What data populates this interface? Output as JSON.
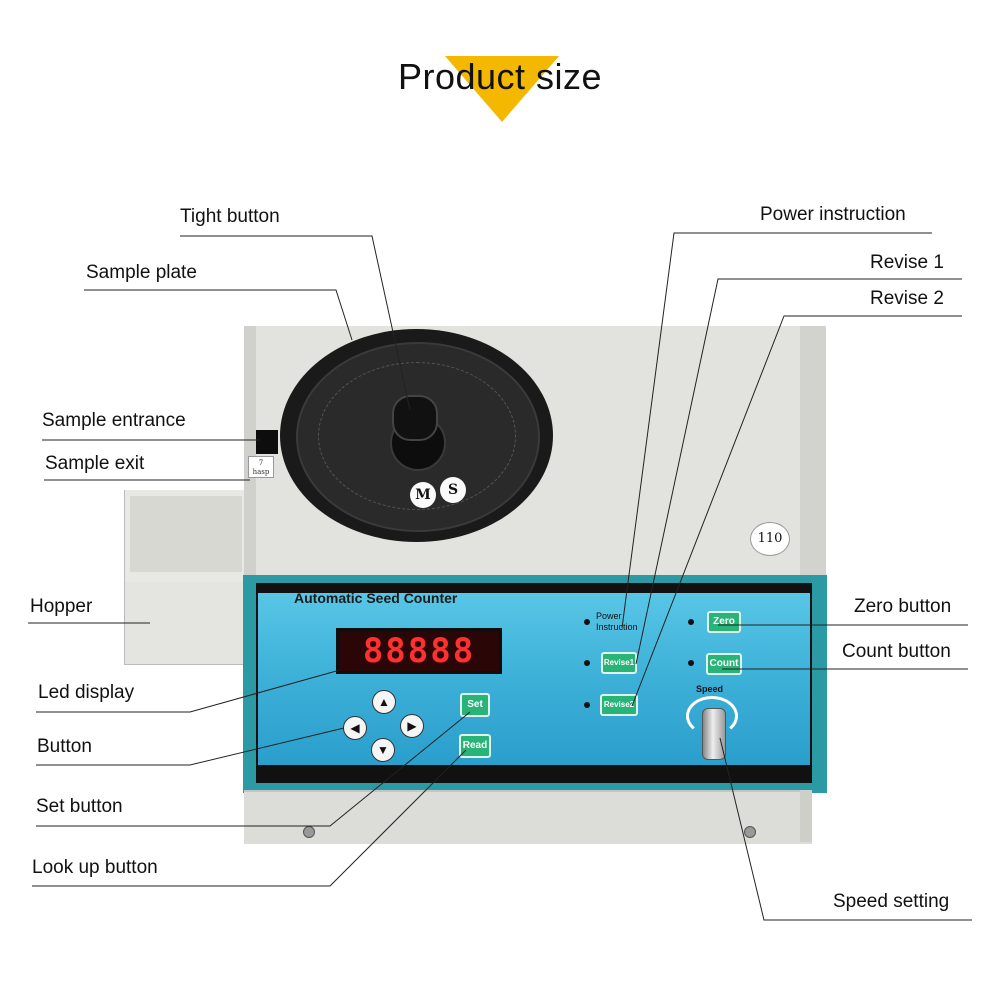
{
  "header": {
    "title": "Product size",
    "accent_color": "#f5b800"
  },
  "device": {
    "panel_title": "Automatic Seed Counter",
    "led_value": "88888",
    "hasp_text": "7\nhasp",
    "model_number": "110",
    "ms_letters": [
      "M",
      "S"
    ],
    "buttons": {
      "set": "Set",
      "read": "Read",
      "zero": "Zero",
      "count": "Count",
      "revise1": "Revise1",
      "revise2": "Revise2"
    },
    "power_text": "Power\nInstruction",
    "speed_text": "Speed",
    "arrows": {
      "up": "▲",
      "down": "▼",
      "left": "◀",
      "right": "▶"
    },
    "panel_color": "#3aaed6",
    "button_color": "#28b478"
  },
  "callouts": {
    "tight_button": "Tight button",
    "sample_plate": "Sample plate",
    "sample_entrance": "Sample entrance",
    "sample_exit": "Sample exit",
    "hopper": "Hopper",
    "led_display": "Led display",
    "button": "Button",
    "set_button": "Set button",
    "look_up_button": "Look up button",
    "power_instruction": "Power instruction",
    "revise_1": "Revise 1",
    "revise_2": "Revise 2",
    "zero_button": "Zero button",
    "count_button": "Count button",
    "speed_setting": "Speed setting"
  }
}
